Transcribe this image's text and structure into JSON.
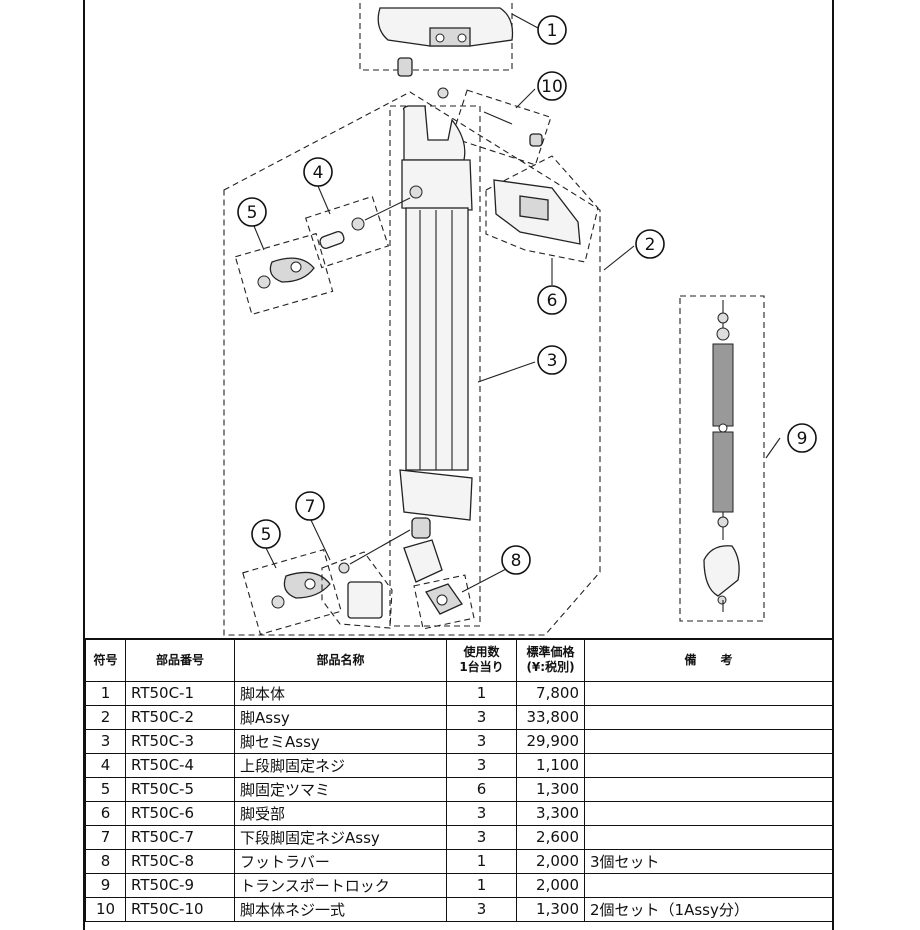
{
  "callouts": [
    "1",
    "2",
    "3",
    "4",
    "5",
    "6",
    "7",
    "8",
    "9",
    "10",
    "5"
  ],
  "table": {
    "headers": {
      "no": "符号",
      "part_number": "部品番号",
      "part_name": "部品名称",
      "qty": "使用数\n1台当り",
      "price": "標準価格\n(¥:税別)",
      "remarks": "備　　考"
    },
    "rows": [
      {
        "no": "1",
        "part_number": "RT50C-1",
        "name": "脚本体",
        "qty": "1",
        "price": "7,800",
        "remarks": ""
      },
      {
        "no": "2",
        "part_number": "RT50C-2",
        "name": "脚Assy",
        "qty": "3",
        "price": "33,800",
        "remarks": ""
      },
      {
        "no": "3",
        "part_number": "RT50C-3",
        "name": "脚セミAssy",
        "qty": "3",
        "price": "29,900",
        "remarks": ""
      },
      {
        "no": "4",
        "part_number": "RT50C-4",
        "name": "上段脚固定ネジ",
        "qty": "3",
        "price": "1,100",
        "remarks": ""
      },
      {
        "no": "5",
        "part_number": "RT50C-5",
        "name": "脚固定ツマミ",
        "qty": "6",
        "price": "1,300",
        "remarks": ""
      },
      {
        "no": "6",
        "part_number": "RT50C-6",
        "name": "脚受部",
        "qty": "3",
        "price": "3,300",
        "remarks": ""
      },
      {
        "no": "7",
        "part_number": "RT50C-7",
        "name": "下段脚固定ネジAssy",
        "qty": "3",
        "price": "2,600",
        "remarks": ""
      },
      {
        "no": "8",
        "part_number": "RT50C-8",
        "name": "フットラバー",
        "qty": "1",
        "price": "2,000",
        "remarks": "3個セット"
      },
      {
        "no": "9",
        "part_number": "RT50C-9",
        "name": "トランスポートロック",
        "qty": "1",
        "price": "2,000",
        "remarks": ""
      },
      {
        "no": "10",
        "part_number": "RT50C-10",
        "name": "脚本体ネジ一式",
        "qty": "3",
        "price": "1,300",
        "remarks": "2個セット（1Assy分）"
      }
    ]
  }
}
